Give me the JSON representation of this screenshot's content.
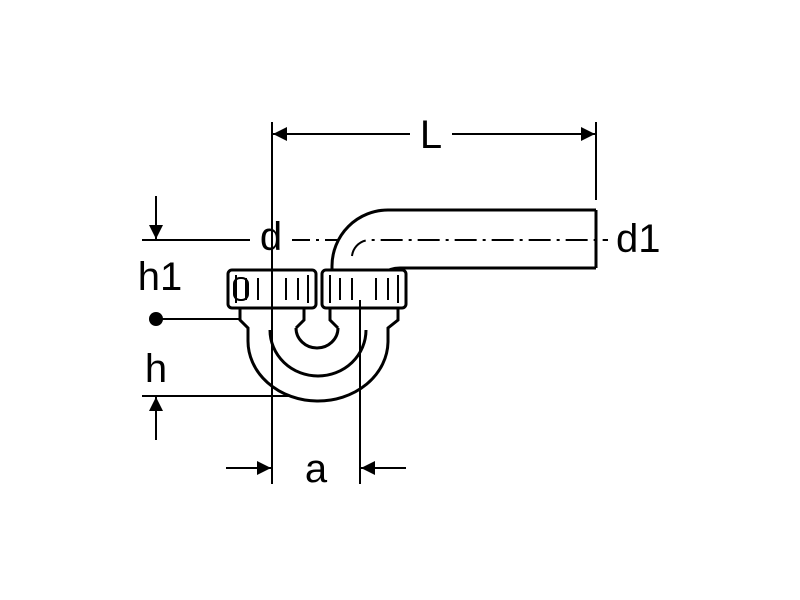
{
  "labels": {
    "length": "L",
    "inlet_diameter": "d",
    "outlet_diameter": "d1",
    "height_1": "h1",
    "height": "h",
    "spacing": "a"
  },
  "colors": {
    "stroke": "#000000",
    "background": "#ffffff"
  }
}
